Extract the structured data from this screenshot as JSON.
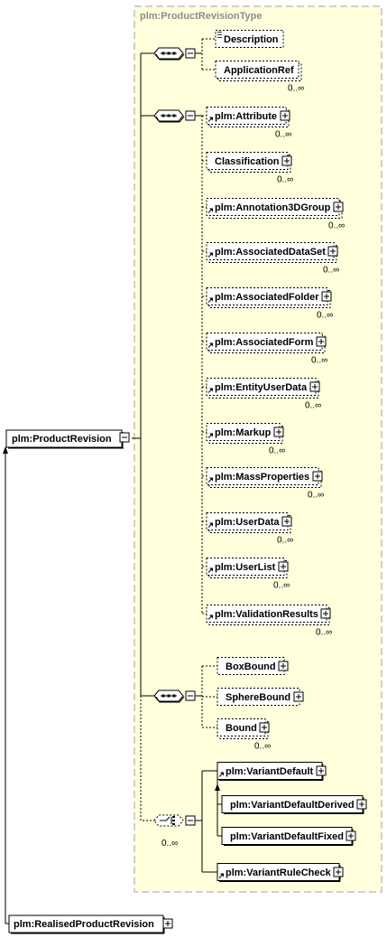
{
  "type_name": "plm:ProductRevisionType",
  "root": {
    "label": "plm:ProductRevision"
  },
  "realised": {
    "label": "plm:RealisedProductRevision"
  },
  "seq1": {
    "items": [
      {
        "label": "Description",
        "card": ""
      },
      {
        "label": "ApplicationRef",
        "card": "0..∞"
      }
    ]
  },
  "seq2": {
    "items": [
      {
        "label": "plm:Attribute",
        "card": "0..∞"
      },
      {
        "label": "Classification",
        "card": "0..∞"
      },
      {
        "label": "plm:Annotation3DGroup",
        "card": "0..∞"
      },
      {
        "label": "plm:AssociatedDataSet",
        "card": "0..∞"
      },
      {
        "label": "plm:AssociatedFolder",
        "card": "0..∞"
      },
      {
        "label": "plm:AssociatedForm",
        "card": "0..∞"
      },
      {
        "label": "plm:EntityUserData",
        "card": "0..∞"
      },
      {
        "label": "plm:Markup",
        "card": "0..∞"
      },
      {
        "label": "plm:MassProperties",
        "card": "0..∞"
      },
      {
        "label": "plm:UserData",
        "card": "0..∞"
      },
      {
        "label": "plm:UserList",
        "card": "0..∞"
      },
      {
        "label": "plm:ValidationResults",
        "card": "0..∞"
      }
    ]
  },
  "seq3": {
    "items": [
      {
        "label": "BoxBound",
        "card": ""
      },
      {
        "label": "SphereBound",
        "card": ""
      },
      {
        "label": "Bound",
        "card": "0..∞"
      }
    ]
  },
  "choice": {
    "card": "0..∞",
    "items": [
      {
        "label": "plm:VariantDefault"
      },
      {
        "label": "plm:VariantDefaultDerived"
      },
      {
        "label": "plm:VariantDefaultFixed"
      },
      {
        "label": "plm:VariantRuleCheck"
      }
    ]
  }
}
